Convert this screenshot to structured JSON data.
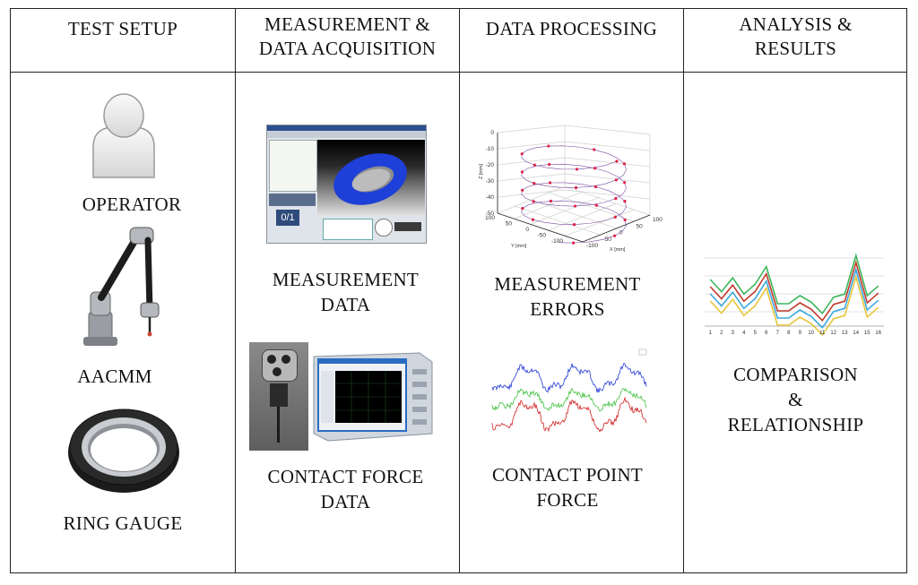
{
  "headers": {
    "col1": "TEST SETUP",
    "col2_line1": "MEASUREMENT &",
    "col2_line2": "DATA  ACQUISITION",
    "col3": "DATA PROCESSING",
    "col4_line1": "ANALYSIS &",
    "col4_line2": "RESULTS"
  },
  "labels": {
    "operator": "OPERATOR",
    "aacmm": "AACMM",
    "ring_gauge": "RING GAUGE",
    "measurement_data_1": "MEASUREMENT",
    "measurement_data_2": "DATA",
    "contact_force_1": "CONTACT FORCE",
    "contact_force_2": "DATA",
    "measurement_errors_1": "MEASUREMENT",
    "measurement_errors_2": "ERRORS",
    "contact_point_1": "CONTACT POINT",
    "contact_point_2": "FORCE",
    "comparison_1": "COMPARISON",
    "comparison_2": "&",
    "comparison_3": "RELATIONSHIP"
  },
  "screen_counter": "0/1",
  "plot3d_ticks": {
    "z": [
      "0",
      "-10",
      "-20",
      "-30",
      "-40",
      "-50"
    ],
    "y": [
      "100",
      "50",
      "0",
      "-50",
      "-100"
    ],
    "x": [
      "-100",
      "-50",
      "0",
      "50",
      "100"
    ]
  },
  "line_chart_ticks": [
    "1",
    "2",
    "3",
    "4",
    "5",
    "6",
    "7",
    "8",
    "9",
    "10",
    "11",
    "12",
    "13",
    "14",
    "15",
    "16"
  ],
  "colors": {
    "border": "#222222",
    "ring_blue": "#1e3fd8",
    "plot_marker": "#e0204a",
    "series_green": "#3cb55a",
    "series_red": "#c0392b",
    "series_blue": "#3aa7e0",
    "series_yellow": "#e8c43a"
  }
}
